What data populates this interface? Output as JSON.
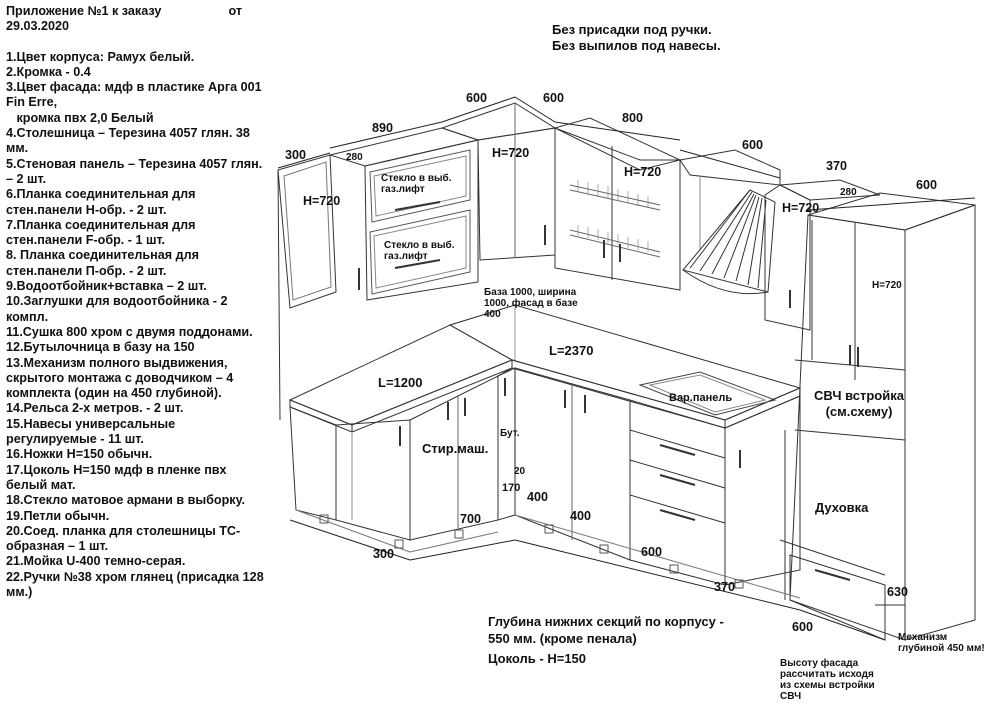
{
  "header": {
    "title": "Приложение №1 к заказу",
    "ot": "от",
    "date": "29.03.2020"
  },
  "spec_items": [
    "1.Цвет корпуса: Рамух белый.",
    "2.Кромка - 0.4",
    "3.Цвет фасада: мдф в пластике Арга 001 Fin Erre,",
    "   кромка пвх 2,0 Белый",
    "4.Столешница – Терезина 4057 глян. 38 мм.",
    "5.Стеновая панель – Терезина 4057 глян. – 2 шт.",
    "6.Планка соединительная для стен.панели Н-обр. - 2 шт.",
    "7.Планка соединительная для стен.панели F-обр. - 1 шт.",
    "8. Планка соединительная для стен.панели П-обр. - 2 шт.",
    "9.Водоотбойник+вставка – 2 шт.",
    "10.Заглушки для водоотбойника - 2 компл.",
    "11.Сушка 800 хром с двумя поддонами.",
    "12.Бутылочница в базу на 150",
    "13.Механизм полного выдвижения, скрытого монтажа с доводчиком – 4 комплекта (один на 450 глубиной).",
    "14.Рельса 2-х метров. - 2 шт.",
    "15.Навесы универсальные регулируемые - 11 шт.",
    "16.Ножки Н=150 обычн.",
    "17.Цоколь Н=150 мдф в пленке пвх белый мат.",
    "18.Стекло матовое армани в выборку.",
    "19.Петли обычн.",
    "20.Соед. планка для столешницы ТС-образная – 1 шт.",
    "21.Мойка U-400 темно-серая.",
    "22.Ручки №38 хром глянец (присадка 128 мм.)"
  ],
  "notes": [
    "Без присадки под ручки.",
    "Без выпилов под навесы."
  ],
  "dimensions": {
    "d300_top": "300",
    "d280_left": "280",
    "d890": "890",
    "d600_a": "600",
    "d600_b": "600",
    "d800": "800",
    "d600_hood": "600",
    "d370_top": "370",
    "d280_right": "280",
    "d600_tall": "600",
    "l1200": "L=1200",
    "l2370": "L=2370",
    "d170": "170",
    "d20": "20",
    "d400_a": "400",
    "d700": "700",
    "d400_b": "400",
    "d300_bottom": "300",
    "d600_bottom": "600",
    "d370_bottom": "370",
    "d630": "630",
    "d600_last": "600"
  },
  "heights": {
    "h_left": "H=720",
    "h_corner": "H=720",
    "h_dryer": "H=720",
    "h_right": "H=720",
    "h_tall": "H=720"
  },
  "labels": {
    "glass_1": "Стекло в выб. газ.лифт",
    "glass_2": "Стекло в выб. газ.лифт",
    "base_note": "База 1000, ширина 1000, фасад в базе 400",
    "washer": "Стир.маш.",
    "bottle": "Бут.",
    "hob": "Вар.панель",
    "microwave": "СВЧ встройка (см.схему)",
    "oven": "Духовка",
    "mechanism": "Механизм глубиной 450 мм!",
    "facade_note": "Высоту фасада рассчитать исходя из схемы встройки СВЧ"
  },
  "bottom_notes": {
    "depth": "Глубина нижних секций по корпусу - 550 мм. (кроме пенала)",
    "plinth": "Цоколь - Н=150"
  }
}
